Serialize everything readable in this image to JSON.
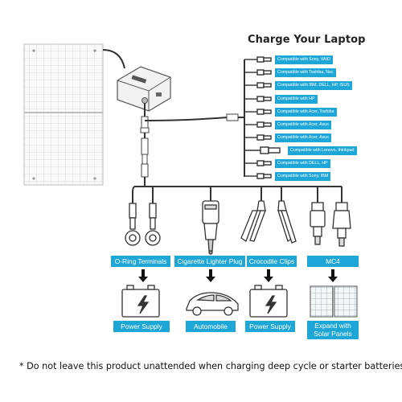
{
  "title": "Charge Your Laptop",
  "laptop_tips": [
    "Compatible with Sony, VAIO",
    "Compatible with Toshiba, Nec",
    "Compatible with IBM, DELL, HP, ISUS",
    "Compatible with HP",
    "Compatible with Acer, Toshiba",
    "Compatible with Acer, Asus",
    "Compatible with Acer, Asus",
    "Compatible with Lenovo, thinkpad",
    "Compatible with DELL, HP",
    "Compatible with Sony, IBM"
  ],
  "connectors": [
    {
      "label": "O-Ring Terminals",
      "target": "Power Supply"
    },
    {
      "label": "Cigarette Lighter Plug",
      "target": "Automobile"
    },
    {
      "label": "Crocodile Clips",
      "target": "Power Supply"
    },
    {
      "label": "MC4",
      "target": "Expand with\nSolar Panels"
    }
  ],
  "note": "* Do not leave this product unattended when charging deep cycle or starter batteries",
  "colors": {
    "accent": "#1ea6d6",
    "line": "#1a1a1a"
  }
}
